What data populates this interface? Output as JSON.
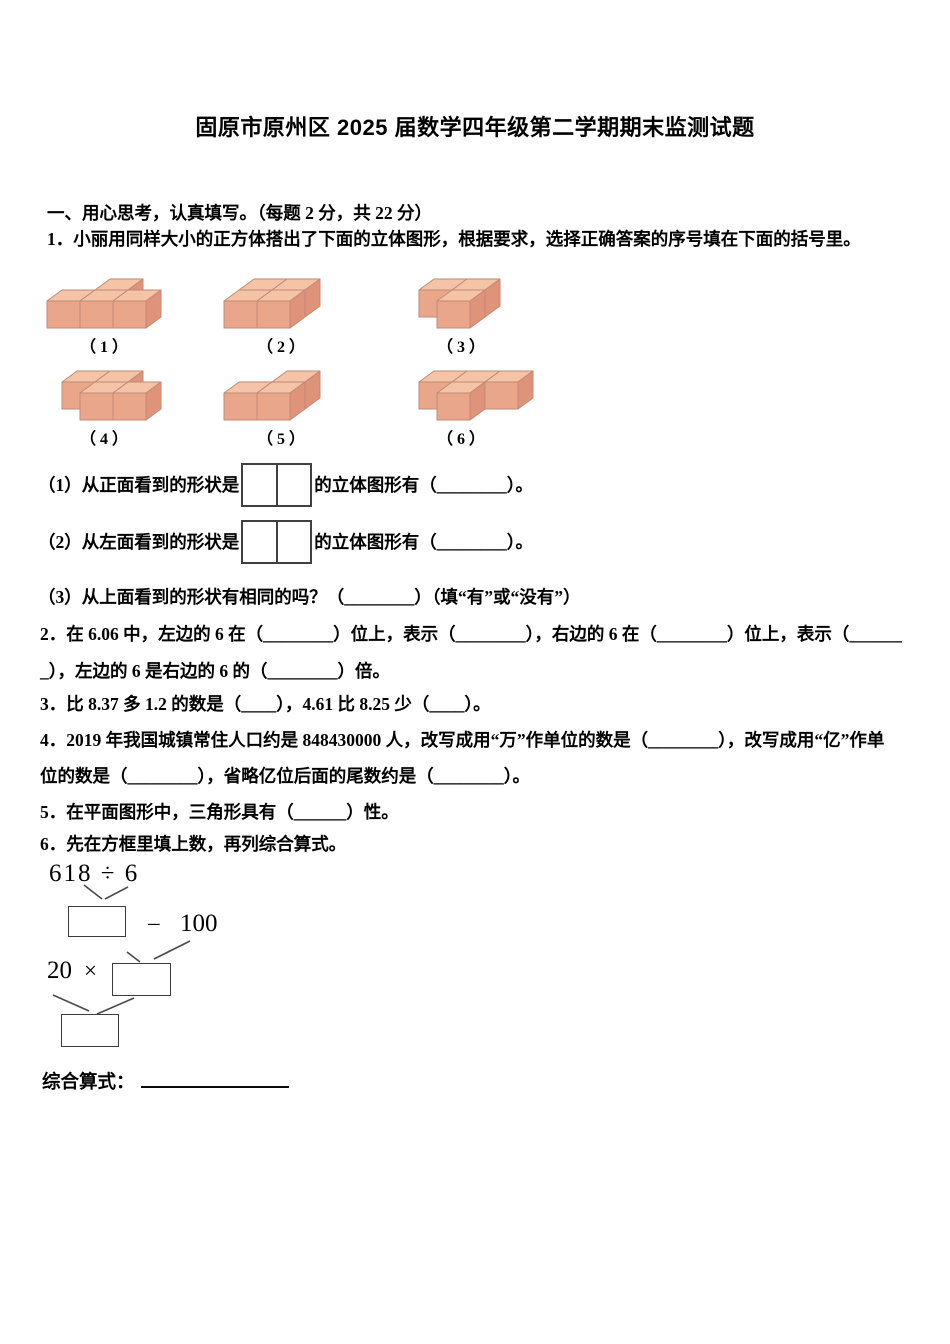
{
  "page": {
    "title": "固原市原州区 2025 届数学四年级第二学期期末监测试题",
    "section1": {
      "heading": "一、用心思考，认真填写。（每题 2 分，共 22 分）",
      "q1": {
        "text": "1．小丽用同样大小的正方体搭出了下面的立体图形，根据要求，选择正确答案的序号填在下面的括号里。",
        "figures": [
          {
            "label": "（1）",
            "cubes": [
              [
                0,
                0,
                0
              ],
              [
                1,
                0,
                0
              ],
              [
                2,
                0,
                0
              ],
              [
                1,
                1,
                0
              ]
            ]
          },
          {
            "label": "（2）",
            "cubes": [
              [
                0,
                0,
                0
              ],
              [
                1,
                0,
                0
              ],
              [
                0,
                1,
                0
              ],
              [
                1,
                1,
                0
              ]
            ]
          },
          {
            "label": "（3）",
            "cubes": [
              [
                1,
                0,
                0
              ],
              [
                0,
                1,
                0
              ],
              [
                1,
                1,
                0
              ]
            ]
          },
          {
            "label": "（4）",
            "cubes": [
              [
                1,
                0,
                0
              ],
              [
                2,
                0,
                0
              ],
              [
                0,
                1,
                0
              ],
              [
                1,
                1,
                0
              ]
            ]
          },
          {
            "label": "（5）",
            "cubes": [
              [
                0,
                0,
                0
              ],
              [
                1,
                0,
                0
              ],
              [
                1,
                1,
                0
              ]
            ]
          },
          {
            "label": "（6）",
            "cubes": [
              [
                1,
                0,
                0
              ],
              [
                0,
                1,
                0
              ],
              [
                1,
                1,
                0
              ],
              [
                2,
                1,
                0
              ]
            ]
          }
        ],
        "sub1_before": "（1）从正面看到的形状是",
        "sub1_after": "的立体图形有（________）。",
        "sub2_before": "（2）从左面看到的形状是",
        "sub2_after": "的立体图形有（________）。",
        "sub3": "（3）从上面看到的形状有相同的吗？（________）（填“有”或“没有”）"
      },
      "q2_line1": "2．在 6.06 中，左边的 6 在（________）位上，表示（________），右边的 6 在（________）位上，表示（______",
      "q2_line2": "_），左边的 6 是右边的 6 的（________）倍。",
      "q3": "3．比 8.37 多 1.2 的数是（____），4.61 比 8.25 少（____）。",
      "q4_line1": "4．2019 年我国城镇常住人口约是 848430000 人，改写成用“万”作单位的数是（________），改写成用“亿”作单",
      "q4_line2": "位的数是（________），省略亿位后面的尾数约是（________）。",
      "q5": "5．在平面图形中，三角形具有（______）性。",
      "q6": "6．先在方框里填上数，再列综合算式。",
      "diagram": {
        "expression": "618 ÷ 6",
        "minus": "–",
        "operand_100": "100",
        "operand_20": "20",
        "times": "×"
      },
      "footer_label": "综合算式："
    },
    "cube_colors": {
      "top": "#f5c4a6",
      "front": "#eaa68a",
      "side": "#df937b",
      "stroke": "#c08a76"
    }
  }
}
